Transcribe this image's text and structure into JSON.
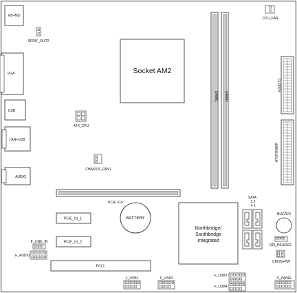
{
  "labels": {
    "kbms": "KB+MS",
    "spdif": "SPDIF_OUT2",
    "cpu_fan": "CPU_FAN",
    "vga": "VGA",
    "usb": "USB",
    "lanusb": "LAN+USB",
    "audio": "AUDIO",
    "atx_cpu": "ATX_CPU",
    "chassis_fan": "CHASSIS_FAN1",
    "socket": "Socket AM2",
    "dimm1": "DIMM1",
    "dimm2": "DIMM2",
    "floppy": "FLOPPY",
    "atxpower": "ATXPOWER",
    "pcie16": "PCIE X16",
    "pcie_x1_1": "PCIE_X1_1",
    "pcie_x1_2": "PCIE_X1_2",
    "battery": "BATTERY",
    "northbridge_line1": "Northbridge/",
    "northbridge_line2": "Southbridge",
    "northbridge_line3": "Integrated",
    "sata_title": "SATA",
    "sata_32": "3  2",
    "sata_41": "4  1",
    "buzzer": "BUZZER",
    "spi_header": "SPI_HEADER",
    "cmos_pw": "CMOS+PW",
    "f_line_in": "F_LINE_IN",
    "f_audio": "F_AUDIO",
    "pci1": "PCI 1",
    "f_usb1": "F_USB1",
    "f_usb2": "F_USB2",
    "f_usb3": "F_USB3",
    "f_usb4": "F_USB4",
    "f_panel": "F_PANEL"
  }
}
